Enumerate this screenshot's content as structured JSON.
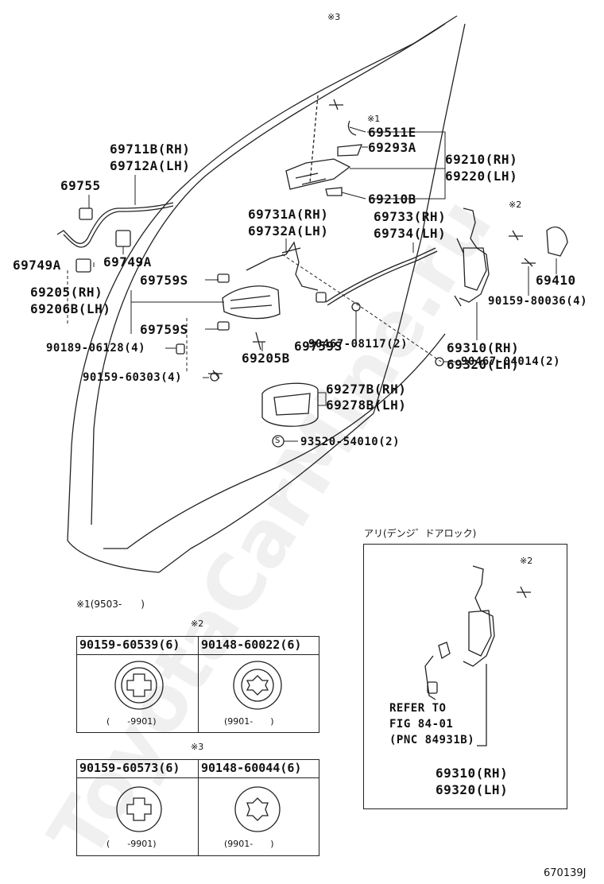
{
  "labels": {
    "p_69711b": "69711B(RH)",
    "p_69712a": "69712A(LH)",
    "p_69755": "69755",
    "p_69749a_l": "69749A",
    "p_69749a_r": "69749A",
    "p_69205": "69205(RH)",
    "p_69206b": "69206B(LH)",
    "p_69759s_1": "69759S",
    "p_69759s_2": "69759S",
    "p_69759s_3": "69759S",
    "p_90189": "90189-06128(4)",
    "p_90159_60303": "90159-60303(4)",
    "p_69205b": "69205B",
    "p_69731a": "69731A(RH)",
    "p_69732a": "69732A(LH)",
    "p_69733": "69733(RH)",
    "p_69734": "69734(LH)",
    "p_69511e": "69511E",
    "p_69293a": "69293A",
    "p_69210b": "69210B",
    "p_69210": "69210(RH)",
    "p_69220": "69220(LH)",
    "p_69410": "69410",
    "p_90159_80036": "90159-80036(4)",
    "p_69310": "69310(RH)",
    "p_69320": "69320(LH)",
    "p_90467_08117": "90467-08117(2)",
    "p_90467_04014": "90467-04014(2)",
    "p_69277b": "69277B(RH)",
    "p_69278b": "69278B(LH)",
    "p_93520": "93520-54010(2)",
    "m_note3_top": "※3",
    "m_note1_top": "※1",
    "m_note2_top": "※2",
    "m_s": "S"
  },
  "inset": {
    "title": "アリ(デンジ゛ドアロック)",
    "note": "※2",
    "refer_1": "REFER TO",
    "refer_2": "FIG 84-01",
    "refer_3": "(PNC 84931B)",
    "part_1": "69310(RH)",
    "part_2": "69320(LH)"
  },
  "footnote": "※1(9503-　　)",
  "table_2": {
    "mark": "※2",
    "col1_header": "90159-60539(6)",
    "col2_header": "90148-60022(6)",
    "col1_range": "(　　-9901)",
    "col2_range": "(9901-　　)"
  },
  "table_3": {
    "mark": "※3",
    "col1_header": "90159-60573(6)",
    "col2_header": "90148-60044(6)",
    "col1_range": "(　　-9901)",
    "col2_range": "(9901-　　)"
  },
  "figure_id": "670139J",
  "watermark": "ToyotaCarMine.ru"
}
